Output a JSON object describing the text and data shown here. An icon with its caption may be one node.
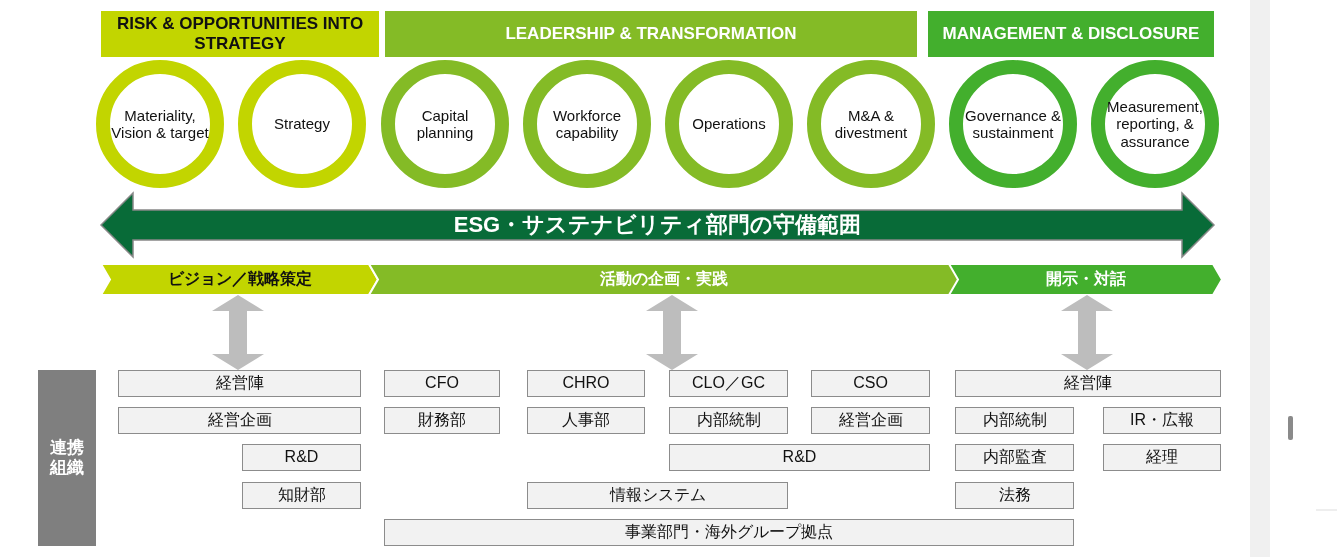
{
  "diagram": {
    "nodes": [
      {
        "text": [
          "RISK & OPPORTUNITIES INTO STRATEGY"
        ]
      },
      {
        "text": [
          "LEADERSHIP & TRANSFORMATION"
        ]
      },
      {
        "text": [
          "MANAGEMENT & DISCLOSURE"
        ]
      },
      {
        "text": [
          "Materiality, Vision & target"
        ]
      },
      {
        "text": [
          "Strategy"
        ]
      },
      {
        "text": [
          "Capital planning"
        ]
      },
      {
        "text": [
          "Workforce capability"
        ]
      },
      {
        "text": [
          "Operations"
        ]
      },
      {
        "text": [
          "M&A & divestment"
        ]
      },
      {
        "text": [
          "Governance & sustainment"
        ]
      },
      {
        "text": [
          "Measurement, reporting, & assurance"
        ]
      },
      {
        "text": [
          "ESG・サステナビリティ部門の守備範囲"
        ]
      },
      {
        "text": [
          "ビジョン／戦略策定"
        ]
      },
      {
        "text": [
          "活動の企画・実践"
        ]
      },
      {
        "text": [
          "開示・対話"
        ]
      },
      {
        "text": [
          "連携組織"
        ]
      },
      {
        "text": [
          "経営陣"
        ]
      },
      {
        "text": [
          "CFO"
        ]
      },
      {
        "text": [
          "CHRO"
        ]
      },
      {
        "text": [
          "CLO／GC"
        ]
      },
      {
        "text": [
          "CSO"
        ]
      },
      {
        "text": [
          "経営陣"
        ]
      },
      {
        "text": [
          "経営企画"
        ]
      },
      {
        "text": [
          "財務部"
        ]
      },
      {
        "text": [
          "人事部"
        ]
      },
      {
        "text": [
          "内部統制"
        ]
      },
      {
        "text": [
          "経営企画"
        ]
      },
      {
        "text": [
          "内部統制"
        ]
      },
      {
        "text": [
          "IR・広報"
        ]
      },
      {
        "text": [
          "R&D"
        ]
      },
      {
        "text": [
          "R&D"
        ]
      },
      {
        "text": [
          "内部監査"
        ]
      },
      {
        "text": [
          "経理"
        ]
      },
      {
        "text": [
          "知財部"
        ]
      },
      {
        "text": [
          "情報システム"
        ]
      },
      {
        "text": [
          "法務"
        ]
      },
      {
        "text": [
          "事業部門・海外グループ拠点"
        ]
      }
    ],
    "edges": [
      {
        "from": 12,
        "to": 16,
        "arrow": "both"
      },
      {
        "from": 13,
        "to": 19,
        "arrow": "both"
      },
      {
        "from": 14,
        "to": 21,
        "arrow": "both"
      }
    ]
  }
}
